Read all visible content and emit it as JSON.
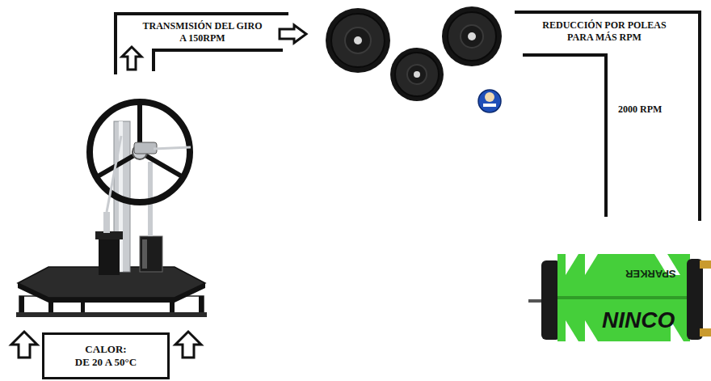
{
  "diagram": {
    "nodes": [
      {
        "text": [
          "CALOR:",
          "DE 20 A 50°C"
        ]
      }
    ],
    "labels": [
      "TRANSMISIÓN DEL GIRO A 150RPM",
      "REDUCCIÓN POR POLEAS PARA MÁS RPM",
      "2000 RPM",
      "SPARKER",
      "NINCO"
    ]
  }
}
